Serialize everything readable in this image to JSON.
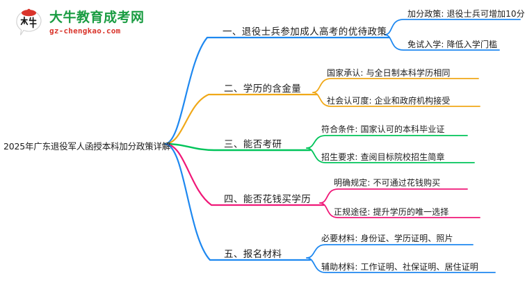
{
  "logo": {
    "mark_name": "da-niu-speech-bubble-logo",
    "title": "大牛教育成考网",
    "domain": "gz-chengkao.com",
    "title_color": "#1a9c42",
    "domain_color": "#d9342b",
    "cap_color": "#d9342b"
  },
  "mindmap": {
    "root": "2025年广东退役军人函授本科加分政策详解",
    "colors": {
      "blue": "#1e88f0",
      "orange": "#f0a818",
      "green": "#00c45a",
      "pink": "#f01878"
    },
    "branches": [
      {
        "label": "一、退役士兵参加成人高考的优待政策",
        "color": "#1e88f0",
        "children": [
          "加分政策: 退役士兵可增加10分",
          "免试入学: 降低入学门槛"
        ]
      },
      {
        "label": "二、学历的含金量",
        "color": "#f0a818",
        "children": [
          "国家承认: 与全日制本科学历相同",
          "社会认可度: 企业和政府机构接受"
        ]
      },
      {
        "label": "三、能否考研",
        "color": "#00c45a",
        "children": [
          "符合条件: 国家认可的本科毕业证",
          "招生要求: 查阅目标院校招生简章"
        ]
      },
      {
        "label": "四、能否花钱买学历",
        "color": "#f01878",
        "children": [
          "明确规定: 不可通过花钱购买",
          "正规途径: 提升学历的唯一选择"
        ]
      },
      {
        "label": "五、报名材料",
        "color": "#1e88f0",
        "children": [
          "必要材料: 身份证、学历证明、照片",
          "辅助材料: 工作证明、社保证明、居住证明"
        ]
      }
    ]
  }
}
